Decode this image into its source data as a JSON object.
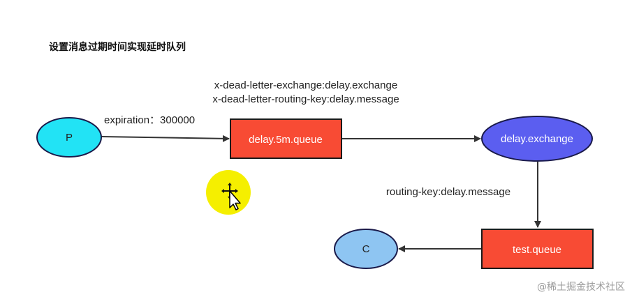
{
  "title": "设置消息过期时间实现延时队列",
  "nodes": {
    "producer": {
      "label": "P",
      "fill": "#22e3f5"
    },
    "delay_queue": {
      "label": "delay.5m.queue",
      "fill": "#f84b34"
    },
    "delay_exchange": {
      "label": "delay.exchange",
      "fill": "#5b5ef0"
    },
    "test_queue": {
      "label": "test.queue",
      "fill": "#f84b34"
    },
    "consumer": {
      "label": "C",
      "fill": "#8ec5f2"
    }
  },
  "edge_labels": {
    "expiration": "expiration：300000",
    "dlx_exchange": "x-dead-letter-exchange:delay.exchange",
    "dlx_routing_key": "x-dead-letter-routing-key:delay.message",
    "routing_key": "routing-key:delay.message"
  },
  "cursor": {
    "highlight_color": "#f5ef00",
    "icon": "move-cursor-icon"
  },
  "watermark": "@稀土掘金技术社区"
}
